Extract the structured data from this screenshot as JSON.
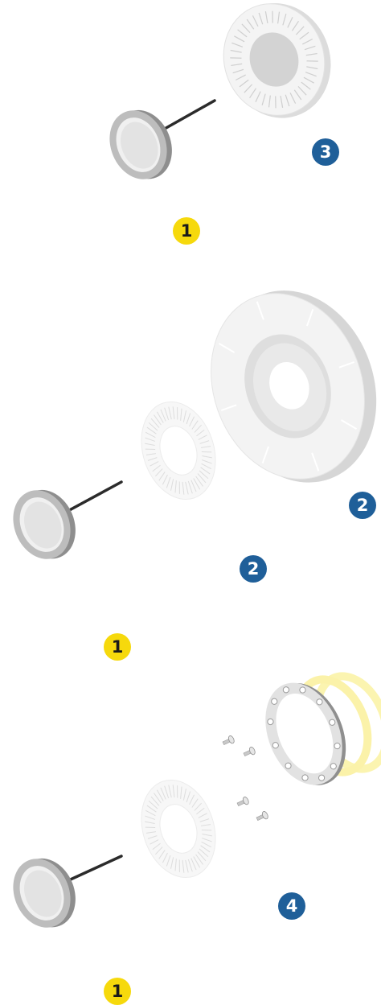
{
  "colors": {
    "callout_yellow": "#f6d90c",
    "callout_blue": "#1f5f99",
    "part_light": "#f2f2f2",
    "part_mid": "#d8d8d8",
    "part_dark": "#9a9a9a",
    "shaft": "#2b2b2b",
    "ghost_yellow": "#fbf3a8"
  },
  "callouts": {
    "group1": {
      "shaft": "1",
      "disk": "3"
    },
    "group2": {
      "shaft": "1",
      "codewheel": "2",
      "rotor": "2"
    },
    "group3": {
      "shaft": "1",
      "clamp": "4"
    }
  }
}
